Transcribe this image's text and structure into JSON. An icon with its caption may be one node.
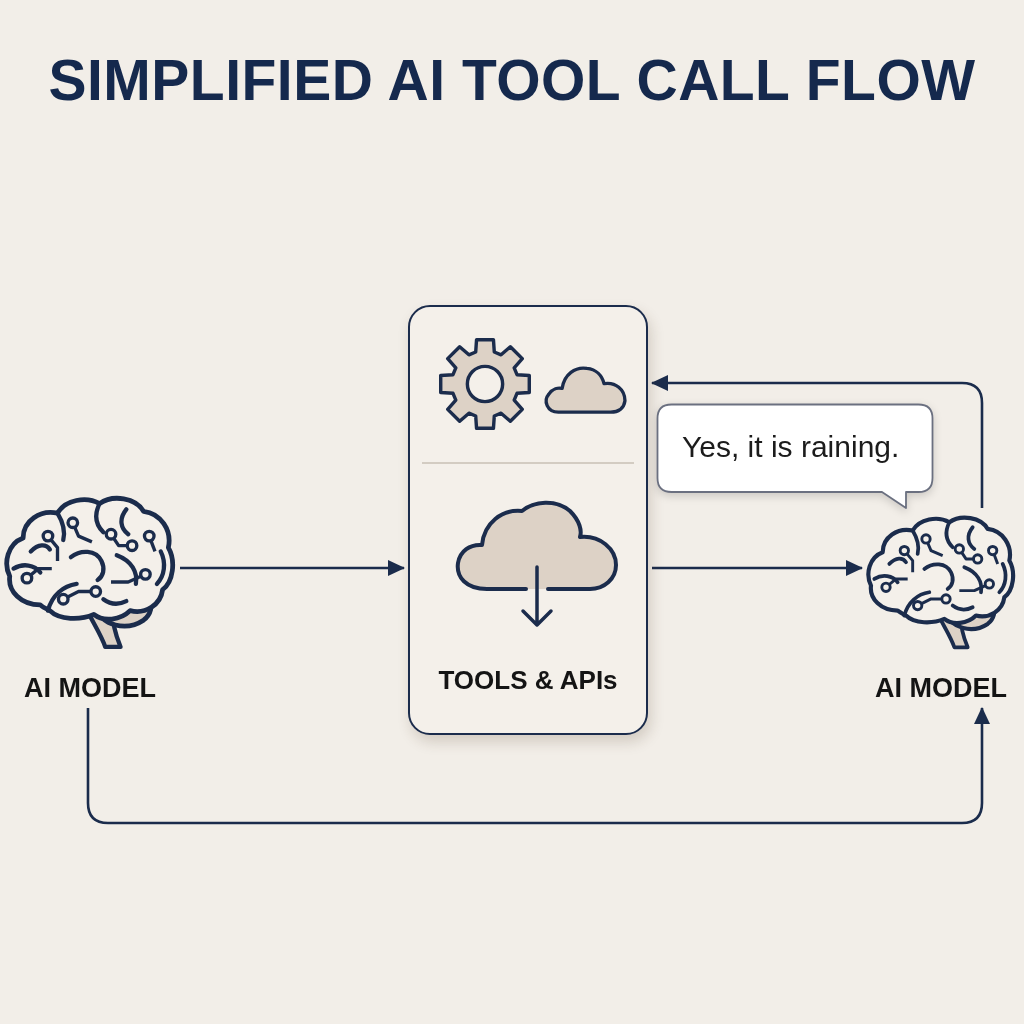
{
  "diagram": {
    "title": "SIMPLIFIED AI TOOL CALL FLOW",
    "nodes": [
      {
        "text": [
          "AI MODEL"
        ]
      },
      {
        "text": [
          "TOOLS & APIs"
        ]
      },
      {
        "text": [
          "Yes, it is raining."
        ]
      },
      {
        "text": [
          "AI MODEL"
        ]
      }
    ],
    "edges": [
      {
        "from": 0,
        "to": 1,
        "arrow": "to"
      },
      {
        "from": 1,
        "to": 3,
        "arrow": "to"
      },
      {
        "from": 3,
        "to": 1,
        "arrow": "to"
      },
      {
        "from": 0,
        "to": 3,
        "arrow": "to"
      }
    ]
  }
}
